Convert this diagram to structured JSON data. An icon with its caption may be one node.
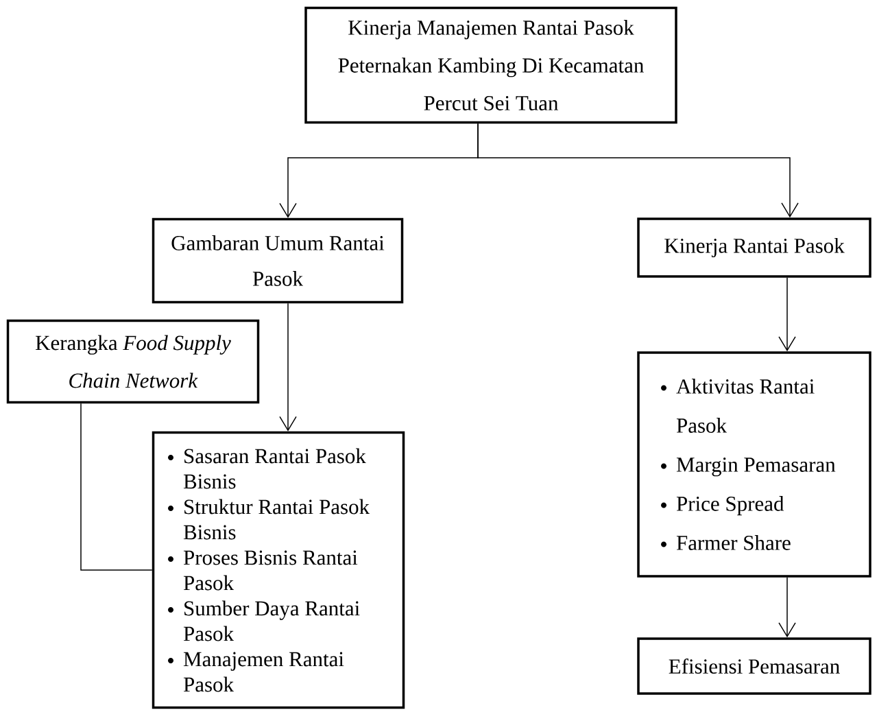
{
  "diagram": {
    "nodes": [
      {
        "text": [
          "Kinerja Manajemen Rantai Pasok Peternakan Kambing Di Kecamatan Percut Sei Tuan"
        ]
      },
      {
        "text": [
          "Gambaran Umum Rantai Pasok"
        ]
      },
      {
        "text": [
          "Kinerja Rantai Pasok"
        ]
      },
      {
        "text": [
          "Kerangka *Food Supply Chain Network*"
        ]
      },
      {
        "text": [
          "Sasaran Rantai Pasok Bisnis",
          "Struktur Rantai Pasok Bisnis",
          "Proses Bisnis Rantai Pasok",
          "Sumber Daya Rantai Pasok",
          "Manajemen Rantai Pasok"
        ]
      },
      {
        "text": [
          "Aktivitas Rantai Pasok",
          "Margin Pemasaran",
          "Price Spread",
          "Farmer Share"
        ]
      },
      {
        "text": [
          "Efisiensi Pemasaran"
        ]
      }
    ],
    "edges": [
      {
        "from": 0,
        "to": 1,
        "arrow": "to"
      },
      {
        "from": 0,
        "to": 2,
        "arrow": "to"
      },
      {
        "from": 1,
        "to": 4,
        "arrow": "to"
      },
      {
        "from": 3,
        "to": 4,
        "arrow": "none"
      },
      {
        "from": 2,
        "to": 5,
        "arrow": "to"
      },
      {
        "from": 5,
        "to": 6,
        "arrow": "to"
      }
    ]
  }
}
